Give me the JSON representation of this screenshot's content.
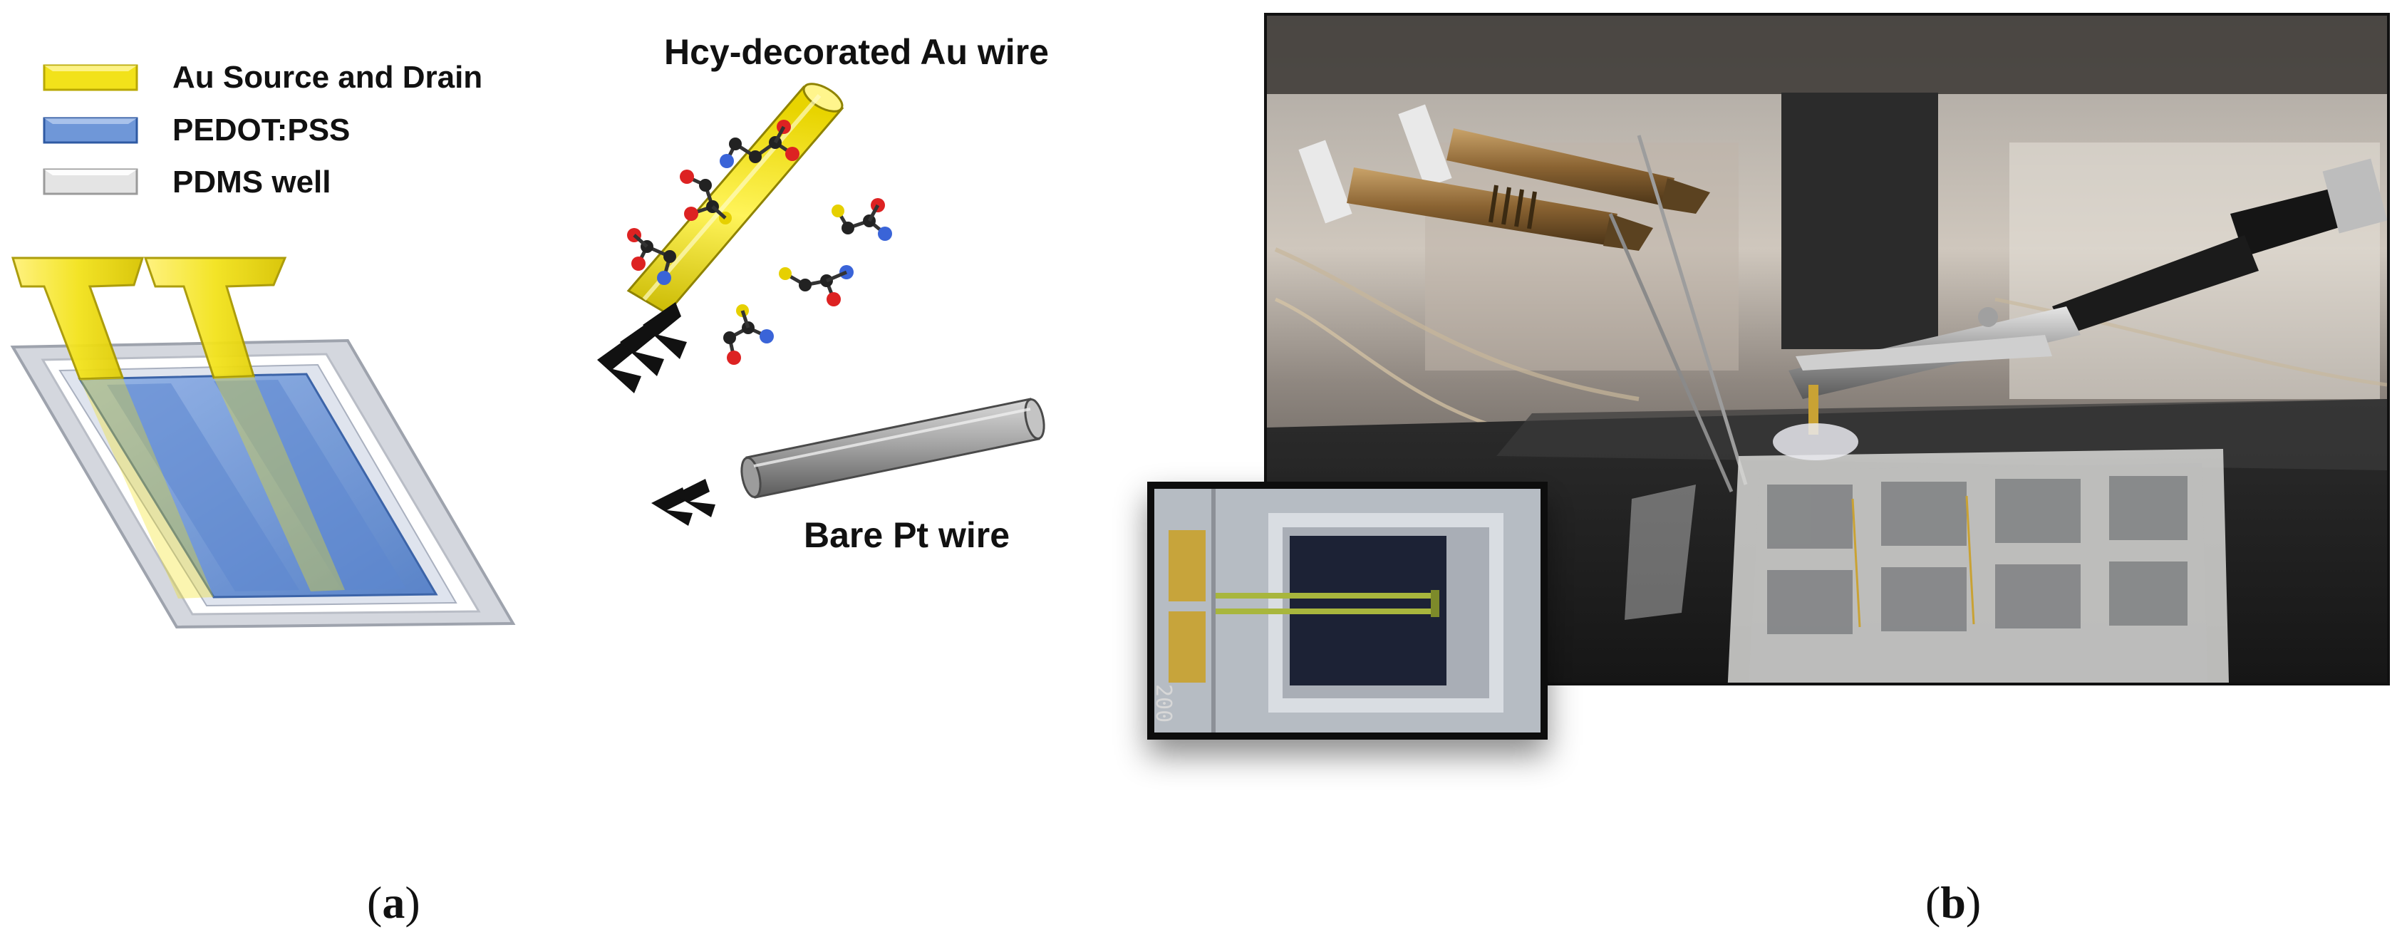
{
  "panel_a": {
    "legend": [
      {
        "label": "Au Source and Drain",
        "color": "#f2e21a",
        "edge": "#b9a800"
      },
      {
        "label": "PEDOT:PSS",
        "color": "#6f97d8",
        "edge": "#2f5aa3"
      },
      {
        "label": "PDMS well",
        "color": "#e4e4e4",
        "edge": "#9a9a9a"
      }
    ],
    "au_wire_label": "Hcy-decorated Au wire",
    "pt_wire_label": "Bare Pt wire",
    "caption_open": "(",
    "caption_letter": "a",
    "caption_close": ")"
  },
  "panel_b": {
    "inset_scale_text": "200",
    "caption_open": "(",
    "caption_letter": "b",
    "caption_close": ")"
  },
  "colors": {
    "gold": "#f3e31c",
    "pedot": "#6f97d8",
    "pdms": "#cfd3dc",
    "pt_grey": "#8a8a8a",
    "photo_frame": "#111111"
  }
}
